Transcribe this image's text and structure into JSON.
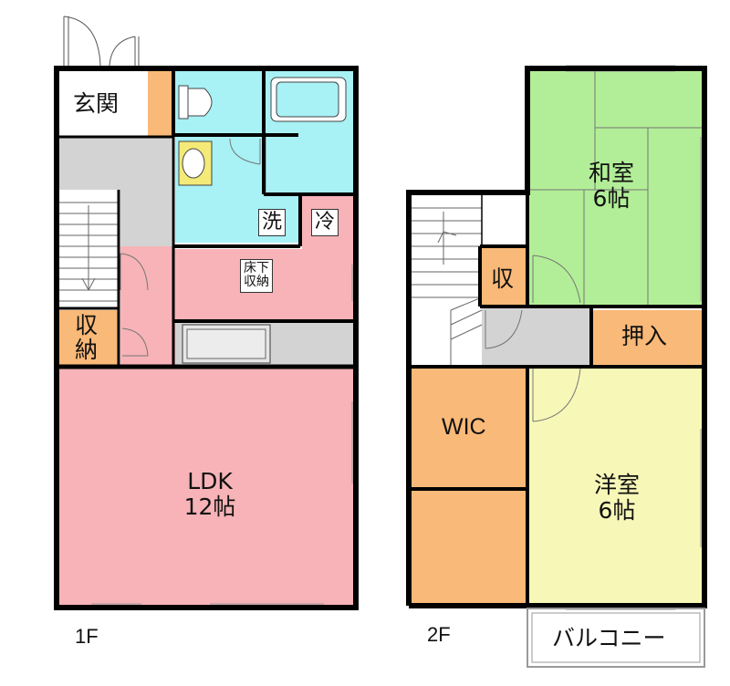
{
  "floors": {
    "first": "1F",
    "second": "2F"
  },
  "rooms": {
    "genkan": "玄関",
    "storage_1f": [
      "収",
      "納"
    ],
    "underfloor": [
      "床下",
      "収納"
    ],
    "washer": "洗",
    "fridge": "冷",
    "ldk": [
      "LDK",
      "12帖"
    ],
    "washitsu": [
      "和室",
      "6帖"
    ],
    "oshiire": "押入",
    "storage_2f": "収",
    "wic": "WIC",
    "youshitsu": [
      "洋室",
      "6帖"
    ],
    "balcony": "バルコニー"
  },
  "colors": {
    "ldk": "#f7b3b7",
    "wet": "#a8f1f5",
    "storage": "#f9b978",
    "washitsu": "#b2ee97",
    "youshitsu": "#f7f7b8",
    "hall": "#d3d3d3",
    "wall": "#000000"
  }
}
